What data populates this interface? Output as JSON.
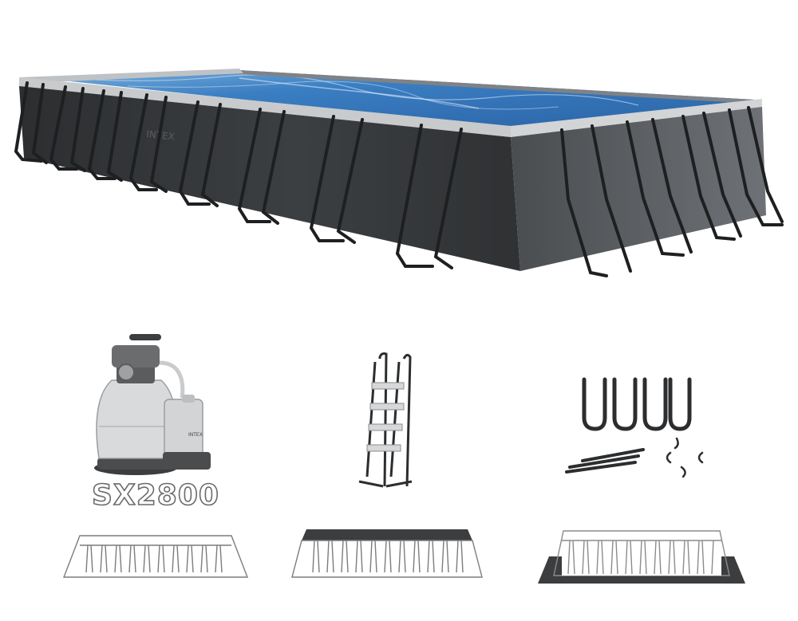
{
  "product": {
    "brand_mark": "INTEX",
    "pool_colors": {
      "wall_dark": "#3a3c3e",
      "wall_mid": "#55585b",
      "rim": "#c9cbcd",
      "water": "#2f6fb4",
      "water_light": "#7fb3e0",
      "frame": "#2b2d2f"
    }
  },
  "accessories": {
    "filter_pump": {
      "icon": "sand-filter-pump-icon",
      "model": "SX2800",
      "pump_brand": "INTEX"
    },
    "ladder": {
      "icon": "pool-ladder-icon"
    },
    "parts": {
      "icon": "frame-parts-icon"
    }
  },
  "included": [
    {
      "icon": "pool-frame-outline-icon"
    },
    {
      "icon": "pool-cover-icon"
    },
    {
      "icon": "ground-cloth-icon"
    }
  ]
}
